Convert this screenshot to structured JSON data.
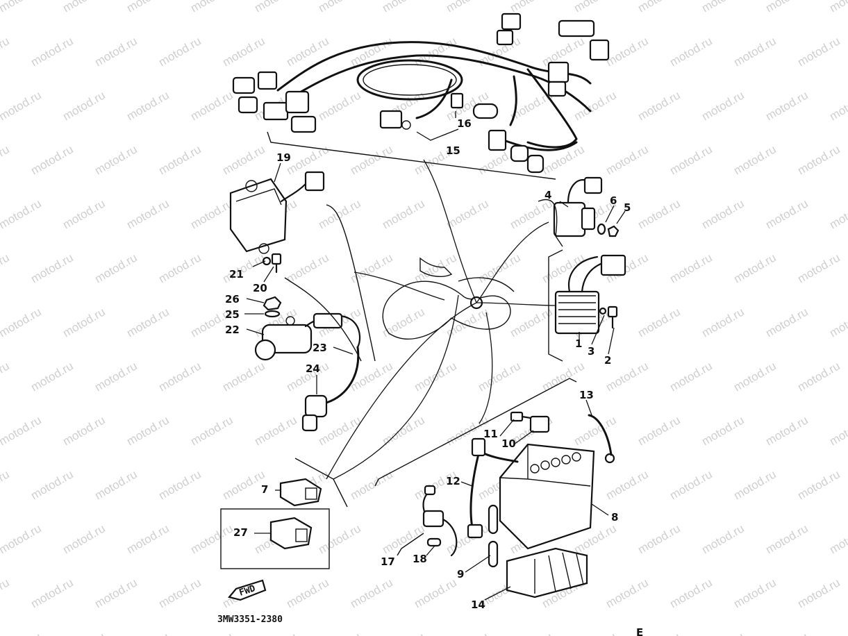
{
  "watermark": "motod.ru",
  "diagram_code": "3MW3351-2380",
  "fwd_label": "FWD",
  "page_mark": "E",
  "callouts": {
    "c1": "1",
    "c2": "2",
    "c3": "3",
    "c4": "4",
    "c5": "5",
    "c6": "6",
    "c7": "7",
    "c8": "8",
    "c9": "9",
    "c10": "10",
    "c11": "11",
    "c12": "12",
    "c13": "13",
    "c14": "14",
    "c15": "15",
    "c16": "16",
    "c17": "17",
    "c18": "18",
    "c19": "19",
    "c20": "20",
    "c21": "21",
    "c22": "22",
    "c23": "23",
    "c24": "24",
    "c25": "25",
    "c26": "26",
    "c27": "27"
  }
}
